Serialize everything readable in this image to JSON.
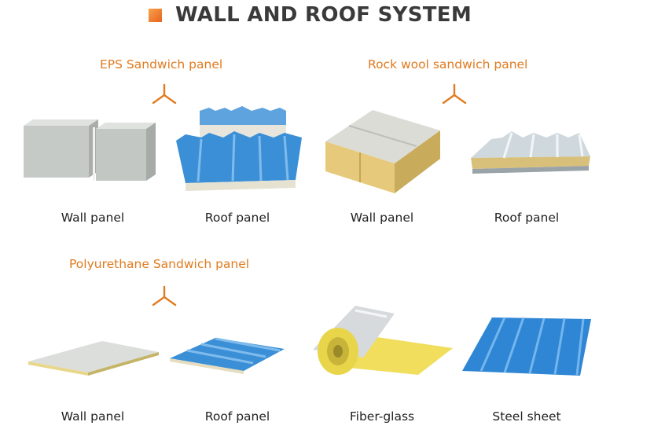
{
  "header": {
    "title": "WALL AND ROOF SYSTEM",
    "accent_color": "#e8641f"
  },
  "sections": [
    {
      "label": "EPS Sandwich panel"
    },
    {
      "label": "Rock wool sandwich panel"
    },
    {
      "label": "Polyurethane Sandwich panel"
    }
  ],
  "products": [
    {
      "caption": "Wall panel",
      "icon": "eps-wall-panel-image"
    },
    {
      "caption": "Roof panel",
      "icon": "eps-roof-panel-image"
    },
    {
      "caption": "Wall panel",
      "icon": "rockwool-wall-panel-image"
    },
    {
      "caption": "Roof panel",
      "icon": "rockwool-roof-panel-image"
    },
    {
      "caption": "Wall panel",
      "icon": "pu-wall-panel-image"
    },
    {
      "caption": "Roof panel",
      "icon": "pu-roof-panel-image"
    },
    {
      "caption": "Fiber-glass",
      "icon": "fiberglass-roll-image"
    },
    {
      "caption": "Steel sheet",
      "icon": "steel-sheet-image"
    }
  ],
  "colors": {
    "label_orange": "#e07b1f",
    "panel_blue": "#3b8fd6",
    "panel_grey": "#c9cdca",
    "rockwool_yellow": "#e6c97a"
  }
}
